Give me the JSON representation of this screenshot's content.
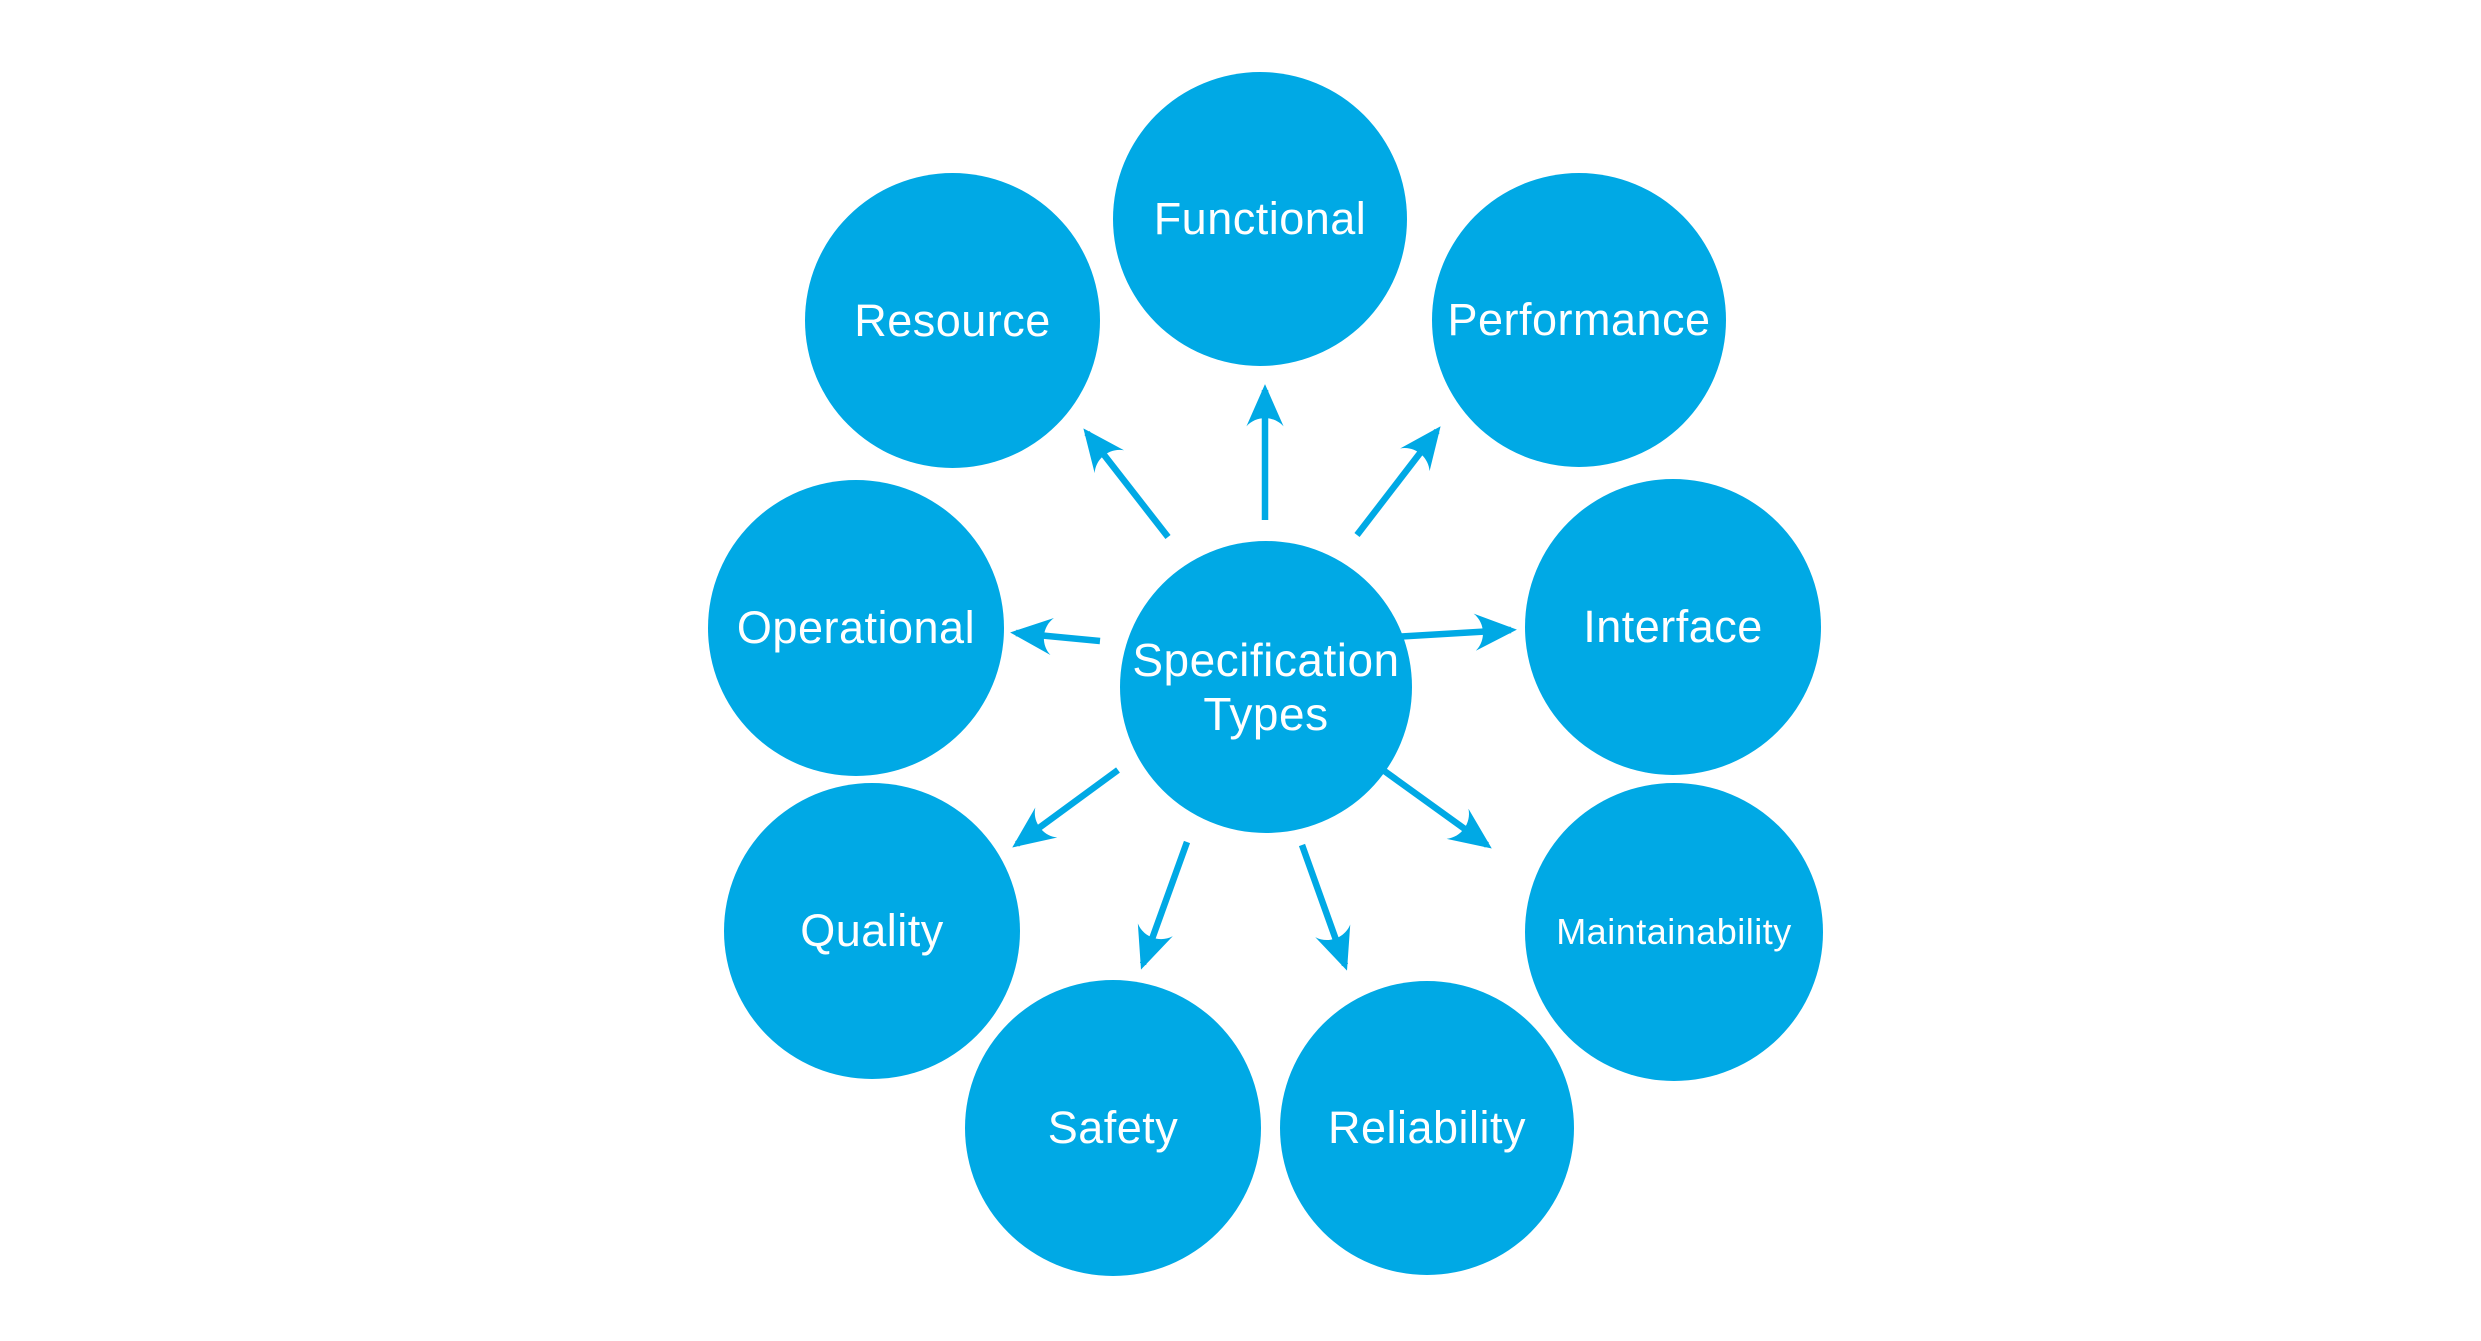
{
  "diagram": {
    "center_node": {
      "label": "Specification Types"
    },
    "nodes": [
      {
        "id": "functional",
        "label": "Functional"
      },
      {
        "id": "performance",
        "label": "Performance"
      },
      {
        "id": "interface",
        "label": "Interface"
      },
      {
        "id": "maintainability",
        "label": "Maintainability"
      },
      {
        "id": "reliability",
        "label": "Reliability"
      },
      {
        "id": "safety",
        "label": "Safety"
      },
      {
        "id": "quality",
        "label": "Quality"
      },
      {
        "id": "operational",
        "label": "Operational"
      },
      {
        "id": "resource",
        "label": "Resource"
      }
    ],
    "colors": {
      "accent": "#00A9E5",
      "label_text": "#FFFFFF",
      "background": "#FFFFFF"
    }
  }
}
